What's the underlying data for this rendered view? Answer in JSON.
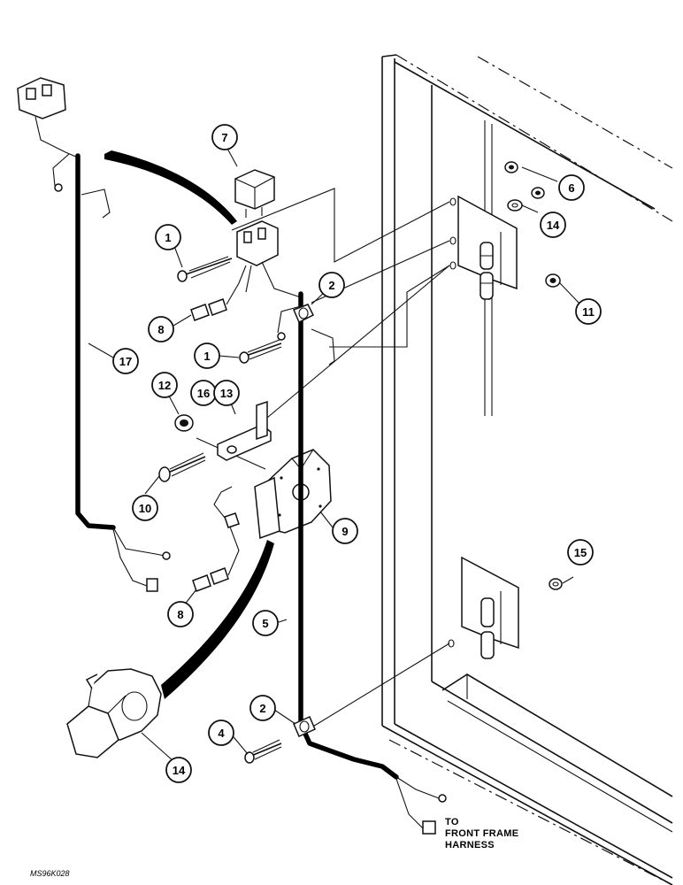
{
  "callouts": [
    {
      "id": "c1a",
      "label": "1"
    },
    {
      "id": "c1b",
      "label": "1"
    },
    {
      "id": "c2a",
      "label": "2"
    },
    {
      "id": "c2b",
      "label": "2"
    },
    {
      "id": "c4",
      "label": "4"
    },
    {
      "id": "c5",
      "label": "5"
    },
    {
      "id": "c6",
      "label": "6"
    },
    {
      "id": "c7",
      "label": "7"
    },
    {
      "id": "c8a",
      "label": "8"
    },
    {
      "id": "c8b",
      "label": "8"
    },
    {
      "id": "c9",
      "label": "9"
    },
    {
      "id": "c10",
      "label": "10"
    },
    {
      "id": "c11",
      "label": "11"
    },
    {
      "id": "c12",
      "label": "12"
    },
    {
      "id": "c13",
      "label": "13"
    },
    {
      "id": "c14a",
      "label": "14"
    },
    {
      "id": "c14b",
      "label": "14"
    },
    {
      "id": "c15",
      "label": "15"
    },
    {
      "id": "c16",
      "label": "16"
    },
    {
      "id": "c17",
      "label": "17"
    }
  ],
  "note": {
    "line1": "TO",
    "line2": "FRONT FRAME",
    "line3": "HARNESS"
  },
  "drawing_code": "MS96K028"
}
